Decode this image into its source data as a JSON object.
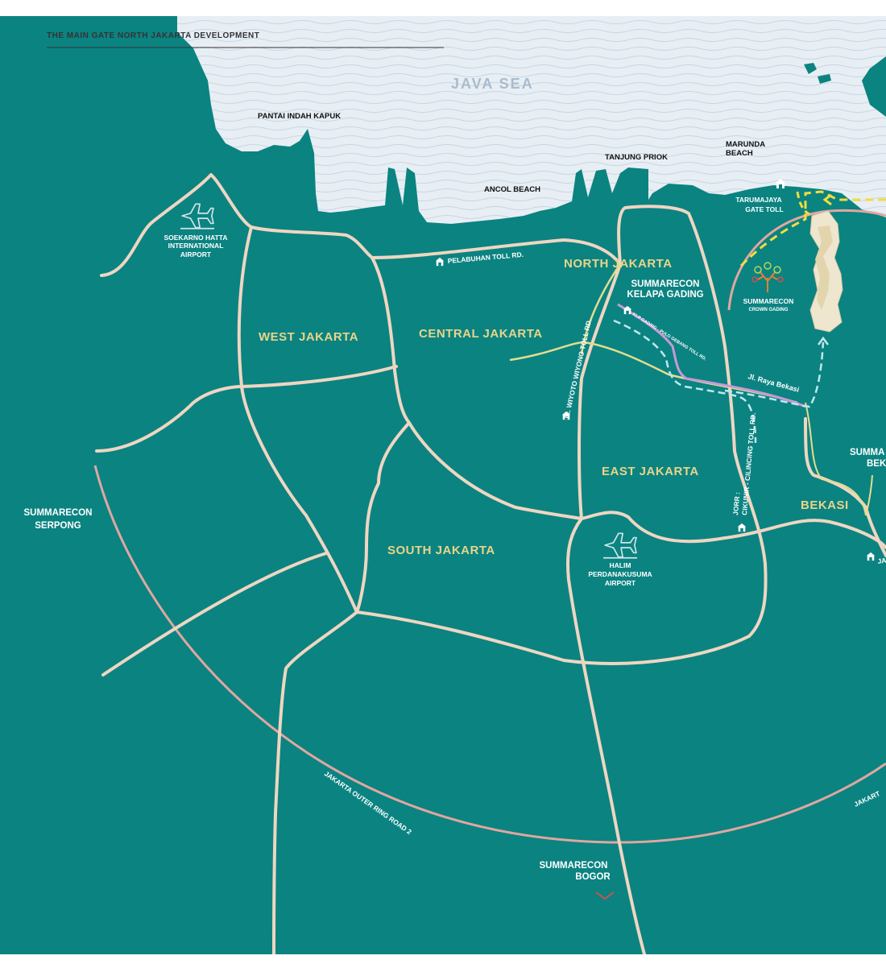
{
  "header": {
    "title": "THE MAIN GATE NORTH JAKARTA DEVELOPMENT"
  },
  "sea": {
    "name": "JAVA SEA"
  },
  "coast_labels": {
    "pantai_indah_kapuk": "PANTAI INDAH KAPUK",
    "ancol_beach": "ANCOL BEACH",
    "tanjung_priok": "TANJUNG PRIOK",
    "marunda_line1": "MARUNDA",
    "marunda_line2": "BEACH"
  },
  "districts": {
    "west": "WEST JAKARTA",
    "central": "CENTRAL JAKARTA",
    "north": "NORTH  JAKARTA",
    "east": "EAST JAKARTA",
    "south": "SOUTH JAKARTA",
    "bekasi": "BEKASI"
  },
  "places": {
    "soekarno_line1": "SOEKARNO HATTA",
    "soekarno_line2": "INTERNATIONAL",
    "soekarno_line3": "AIRPORT",
    "halim_line1": "HALIM",
    "halim_line2": "PERDANAKUSUMA",
    "halim_line3": "AIRPORT",
    "kelapa_line1": "SUMMARECON",
    "kelapa_line2": "KELAPA GADING",
    "serpong_line1": "SUMMARECON",
    "serpong_line2": "SERPONG",
    "bogor_line1": "SUMMARECON",
    "bogor_line2": "BOGOR",
    "bekasi_sm_line1": "SUMMA",
    "bekasi_sm_line2": "BEK",
    "tarumajaya_line1": "TARUMAJAYA",
    "tarumajaya_line2": "GATE TOLL",
    "crown_line1": "SUMMARECON",
    "crown_line2": "CROWN GADING"
  },
  "roads": {
    "pelabuhan": "PELABUHAN TOLL RD.",
    "wiyoto": "IR. WIYOTO WIYONO TOLL RD.",
    "klp_gading": "KLP GADING - PULO GEBANG TOLL RD.",
    "raya_bekasi": "Jl. Raya Bekasi",
    "jorr_line1": "JORR :",
    "jorr_line2": "CIKUNIR - CILINCING TOLL RD.",
    "outer_ring_2": "JAKARTA OUTER RING ROAD 2",
    "jakart_right": "JAKART",
    "ja_right": "JA"
  },
  "icons": [
    "airplane-icon",
    "toll-road-icon",
    "tree-logo-icon",
    "chevron-down-icon",
    "arrow-up-icon",
    "arrow-left-icon"
  ],
  "colors": {
    "land": "#0b8381",
    "sea": "#e7eef4",
    "road": "#efd6c2",
    "district_label": "#e9d48a",
    "ring_road": "#e0a7a0",
    "route_yellow": "#f4dc3b",
    "route_dashed": "#bfe8ec",
    "toll_purple": "#c69ad6"
  }
}
